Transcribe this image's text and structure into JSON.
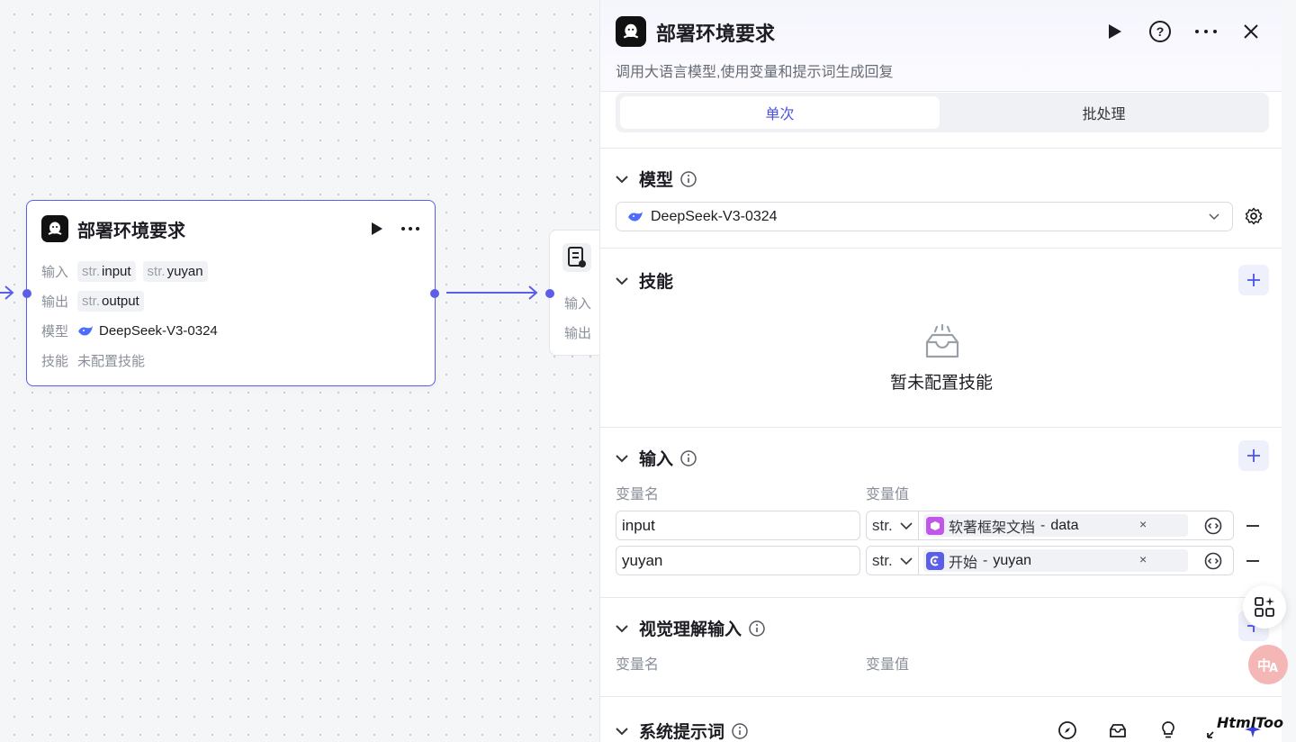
{
  "canvas": {
    "node": {
      "title": "部署环境要求",
      "rows": [
        {
          "label": "输入",
          "tags": [
            {
              "type": "str.",
              "name": "input"
            },
            {
              "type": "str.",
              "name": "yuyan"
            }
          ]
        },
        {
          "label": "输出",
          "tags": [
            {
              "type": "str.",
              "name": "output"
            }
          ]
        },
        {
          "label": "模型",
          "value": "DeepSeek-V3-0324"
        },
        {
          "label": "技能",
          "value": "未配置技能"
        }
      ]
    },
    "next_node": {
      "input_label": "输入",
      "output_label": "输出"
    }
  },
  "panel": {
    "title": "部署环境要求",
    "description": "调用大语言模型,使用变量和提示词生成回复",
    "tabs": [
      {
        "label": "单次",
        "active": true
      },
      {
        "label": "批处理",
        "active": false
      }
    ],
    "model_section": {
      "title": "模型",
      "selected": "DeepSeek-V3-0324"
    },
    "skills_section": {
      "title": "技能",
      "empty_text": "暂未配置技能"
    },
    "input_section": {
      "title": "输入",
      "col_name": "变量名",
      "col_value": "变量值",
      "rows": [
        {
          "name": "input",
          "type": "str.",
          "source": "软著框架文档",
          "field": "data",
          "icon": "cube-icon",
          "icon_color": "#c157e8"
        },
        {
          "name": "yuyan",
          "type": "str.",
          "source": "开始",
          "field": "yuyan",
          "icon": "start-icon",
          "icon_color": "#5b5fe8"
        }
      ]
    },
    "vision_section": {
      "title": "视觉理解输入",
      "col_name": "变量名",
      "col_value": "变量值"
    },
    "prompt_section": {
      "title": "系统提示词"
    }
  },
  "watermark": "HtmlToo",
  "colors": {
    "accent": "#5b5fe8",
    "tab_active": "#4c52e6"
  }
}
